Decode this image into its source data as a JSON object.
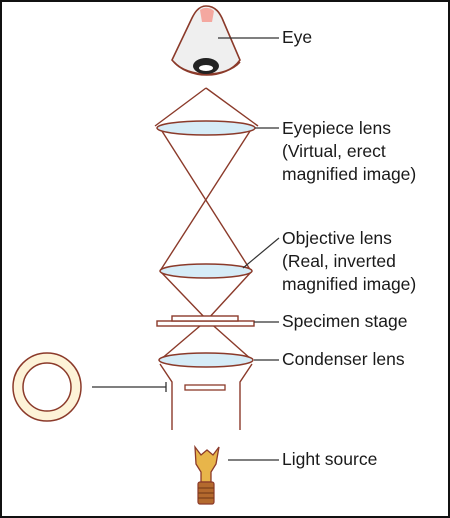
{
  "labels": {
    "eye": "Eye",
    "eyepiece_line1": "Eyepiece lens",
    "eyepiece_line2": "(Virtual, erect",
    "eyepiece_line3": "magnified image)",
    "objective_line1": "Objective lens",
    "objective_line2": "(Real, inverted",
    "objective_line3": "magnified image)",
    "stage": "Specimen stage",
    "condenser": "Condenser lens",
    "light": "Light source"
  },
  "colors": {
    "ray": "#8b3a2a",
    "lens_fill": "#d6ecf7",
    "lens_stroke": "#8b3a2a",
    "leader": "#333333",
    "frame": "#111111",
    "diaphragm_ring": "#fdf3d8",
    "bulb": "#e8b54a"
  },
  "icons": [
    "eye-icon",
    "iris-diaphragm-icon",
    "bulb-icon"
  ]
}
